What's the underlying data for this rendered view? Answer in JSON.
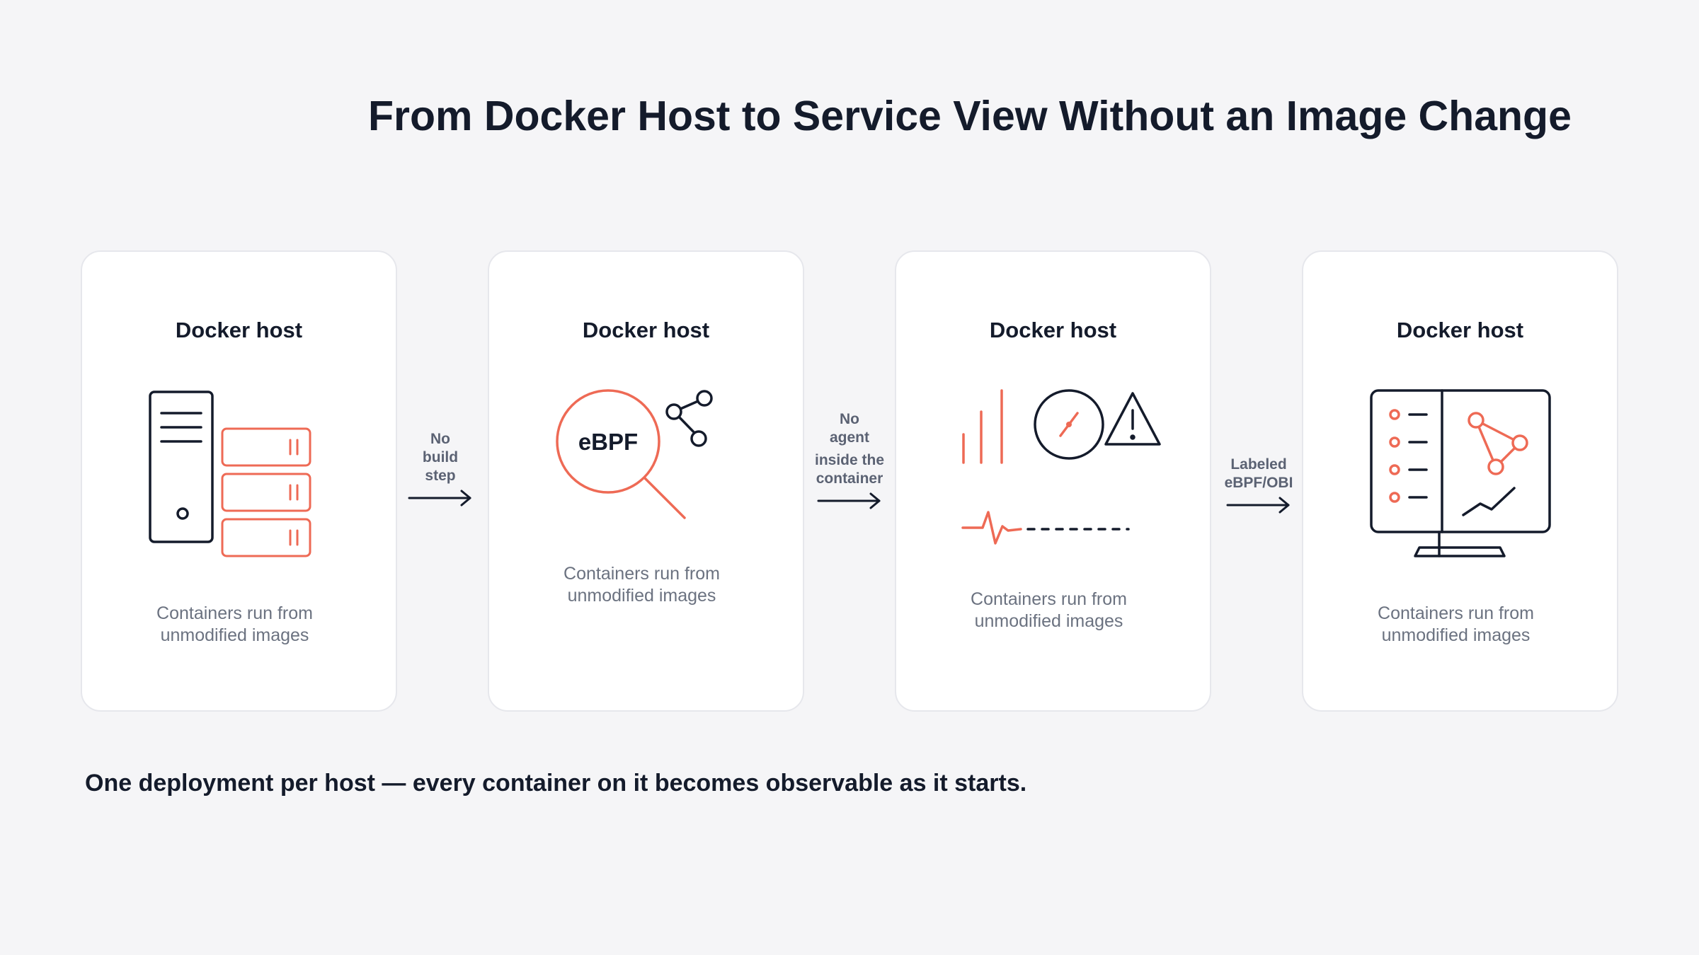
{
  "title": "From Docker Host to Service View Without an Image Change",
  "cards": [
    {
      "title": "Docker host",
      "caption_line1": "Containers run from",
      "caption_line2": "unmodified images"
    },
    {
      "title": "Docker host",
      "badge": "eBPF",
      "caption_line1": "Containers run from",
      "caption_line2": "unmodified images"
    },
    {
      "title": "Docker host",
      "caption_line1": "Containers run from",
      "caption_line2": "unmodified images"
    },
    {
      "title": "Docker host",
      "caption_line1": "Containers run from",
      "caption_line2": "unmodified images"
    }
  ],
  "connectors": [
    {
      "lines": [
        "No",
        "build",
        "step"
      ]
    },
    {
      "lines": [
        "No",
        "agent",
        "inside the",
        "container"
      ]
    },
    {
      "lines": [
        "Labeled",
        "eBPF/OBI"
      ]
    }
  ],
  "footer": "One deployment per host — every container on it becomes observable as it starts.",
  "colors": {
    "accent": "#ee6a55",
    "ink": "#141b2b",
    "muted": "#6b7280",
    "card_border": "#e6e7ec",
    "background": "#f5f5f7"
  },
  "icons": [
    "server-icon",
    "container-stack-icon",
    "magnifier-icon",
    "share-graph-icon",
    "signal-bars-icon",
    "gauge-icon",
    "warning-icon",
    "pulse-line-icon",
    "monitor-dashboard-icon",
    "arrow-right-icon"
  ]
}
